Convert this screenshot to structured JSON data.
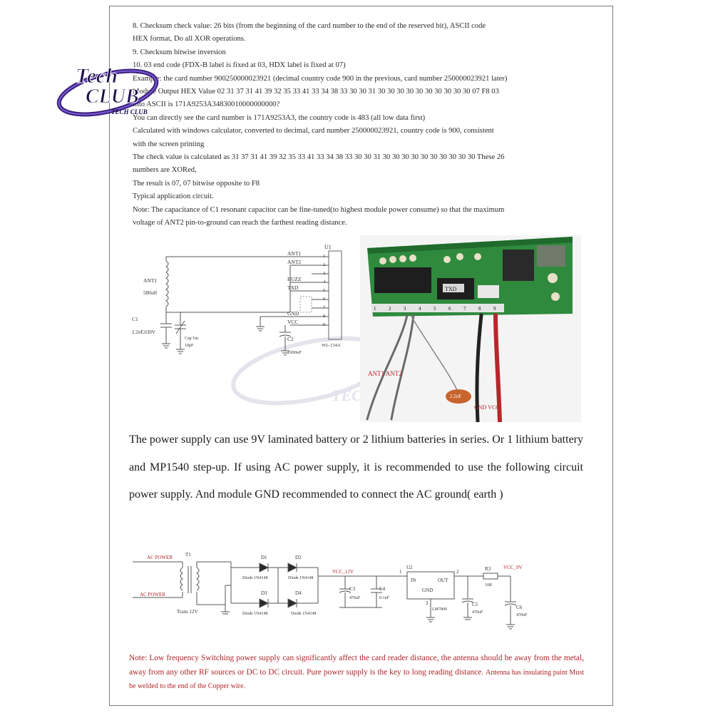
{
  "spec_lines": [
    "8.    Checksum check value: 26 bits (from the beginning of the card number to the end of the reserved bit), ASCII code",
    "HEX format, Do all XOR operations.",
    "9. Checksum bitwise inversion",
    "10. 03 end code (FDX-B label is fixed at 03, HDX label is fixed at 07)",
    "Example: the card number 900250000023921 (decimal country code 900 in the previous, card number 250000023921 later)",
    "Module Output HEX Value 02 31 37 31 41 39 32 35 33 41 33 34 38 33 30 30 31 30 30 30 30 30 30 30 30 30 30 07 F8 03",
    "Into ASCII is  171A9253A34830010000000000?",
    "You can directly see the card number is 171A9253A3, the country code is 483 (all low data first)",
    "Calculated with windows calculator, converted to decimal, card number 250000023921, country code is 900, consistent",
    "with the screen printing",
    "The check value is calculated as 31 37 31 41 39 32 35 33 41 33 34 38 33 30 30 31 30 30 30 30 30 30 30 30 30 30 These 26",
    "numbers are XORed,",
    "The result is 07, 07 bitwise opposite to F8",
    "Typical application circuit.",
    "Note: The capacitance of C1 resonant capacitor can be fine-tuned(to highest module power consume) so that the maximum",
    "voltage of ANT2 pin-to-ground can reach the farthest reading distance."
  ],
  "logo": {
    "line1": "Tech",
    "line2": "CLUB",
    "tagline": "TECH CLUB"
  },
  "circuit1": {
    "u1": "U1",
    "module": "WL-134A",
    "pins": [
      "ANT1",
      "ANT2",
      "",
      "BUZZ",
      "TXD",
      "",
      "",
      "GND",
      "VCC"
    ],
    "pin_numbers": [
      "1",
      "2",
      "3",
      "4",
      "5",
      "6",
      "7",
      "8",
      "9"
    ],
    "ant1": "ANT1",
    "ant1_value": "580uH",
    "c1": "C1",
    "c1_value": "2.2nF,630V",
    "cap_trim": "Cap Var",
    "cap_trim_value": "10pF",
    "c2": "C2",
    "c2_value": "1000uF"
  },
  "photo": {
    "txd_label": "TXD",
    "pin_numbers": [
      "1",
      "2",
      "3",
      "4",
      "5",
      "6",
      "7",
      "8",
      "9"
    ],
    "ant_labels": "ANT1  ANT2",
    "cap_label": "2.2nF",
    "power_labels": "GND  VCC",
    "watermark": "TECH CLUB"
  },
  "paragraph": "The power supply can use 9V laminated battery or 2 lithium batteries in series. Or 1 lithium battery and MP1540 step-up. If using AC power supply, it is recommended to use the following circuit power supply. And module GND recommended to connect the AC ground( earth )",
  "circuit2": {
    "ac_power_top": "AC POWER",
    "ac_power_bottom": "AC POWER",
    "t1": "T1",
    "trans": "Trans 12V",
    "d1": "D1",
    "d2": "D2",
    "d3": "D3",
    "d4": "D4",
    "diode": "Diode 1N4148",
    "vcc12": "VCC_12V",
    "c3": "C3",
    "c3_value": "470uF",
    "c4": "C4",
    "c4_value": "0.1uF",
    "u2": "U2",
    "in": "IN",
    "out": "OUT",
    "gnd": "GND",
    "regulator": "LM7809",
    "pin1": "1",
    "pin2": "2",
    "pin3": "3",
    "c5": "C5",
    "c5_value": "470uF",
    "r3": "R3",
    "r3_value": "10R",
    "vcc9": "VCC_9V",
    "c6": "C6",
    "c6_value": "470uF"
  },
  "note": {
    "text": "Note: Low frequency Switching power supply can significantly affect the card reader distance, the antenna should be away from the metal, away from any other RF sources or DC to DC circuit. Pure power supply is the key to long reading distance.",
    "tail": "Antenna has insulating paint Must be welded to the end of the Copper wire."
  },
  "colors": {
    "note_red": "#b0242a",
    "logo_purple": "#3a1f7a",
    "pcb_green": "#2f8a3e"
  }
}
